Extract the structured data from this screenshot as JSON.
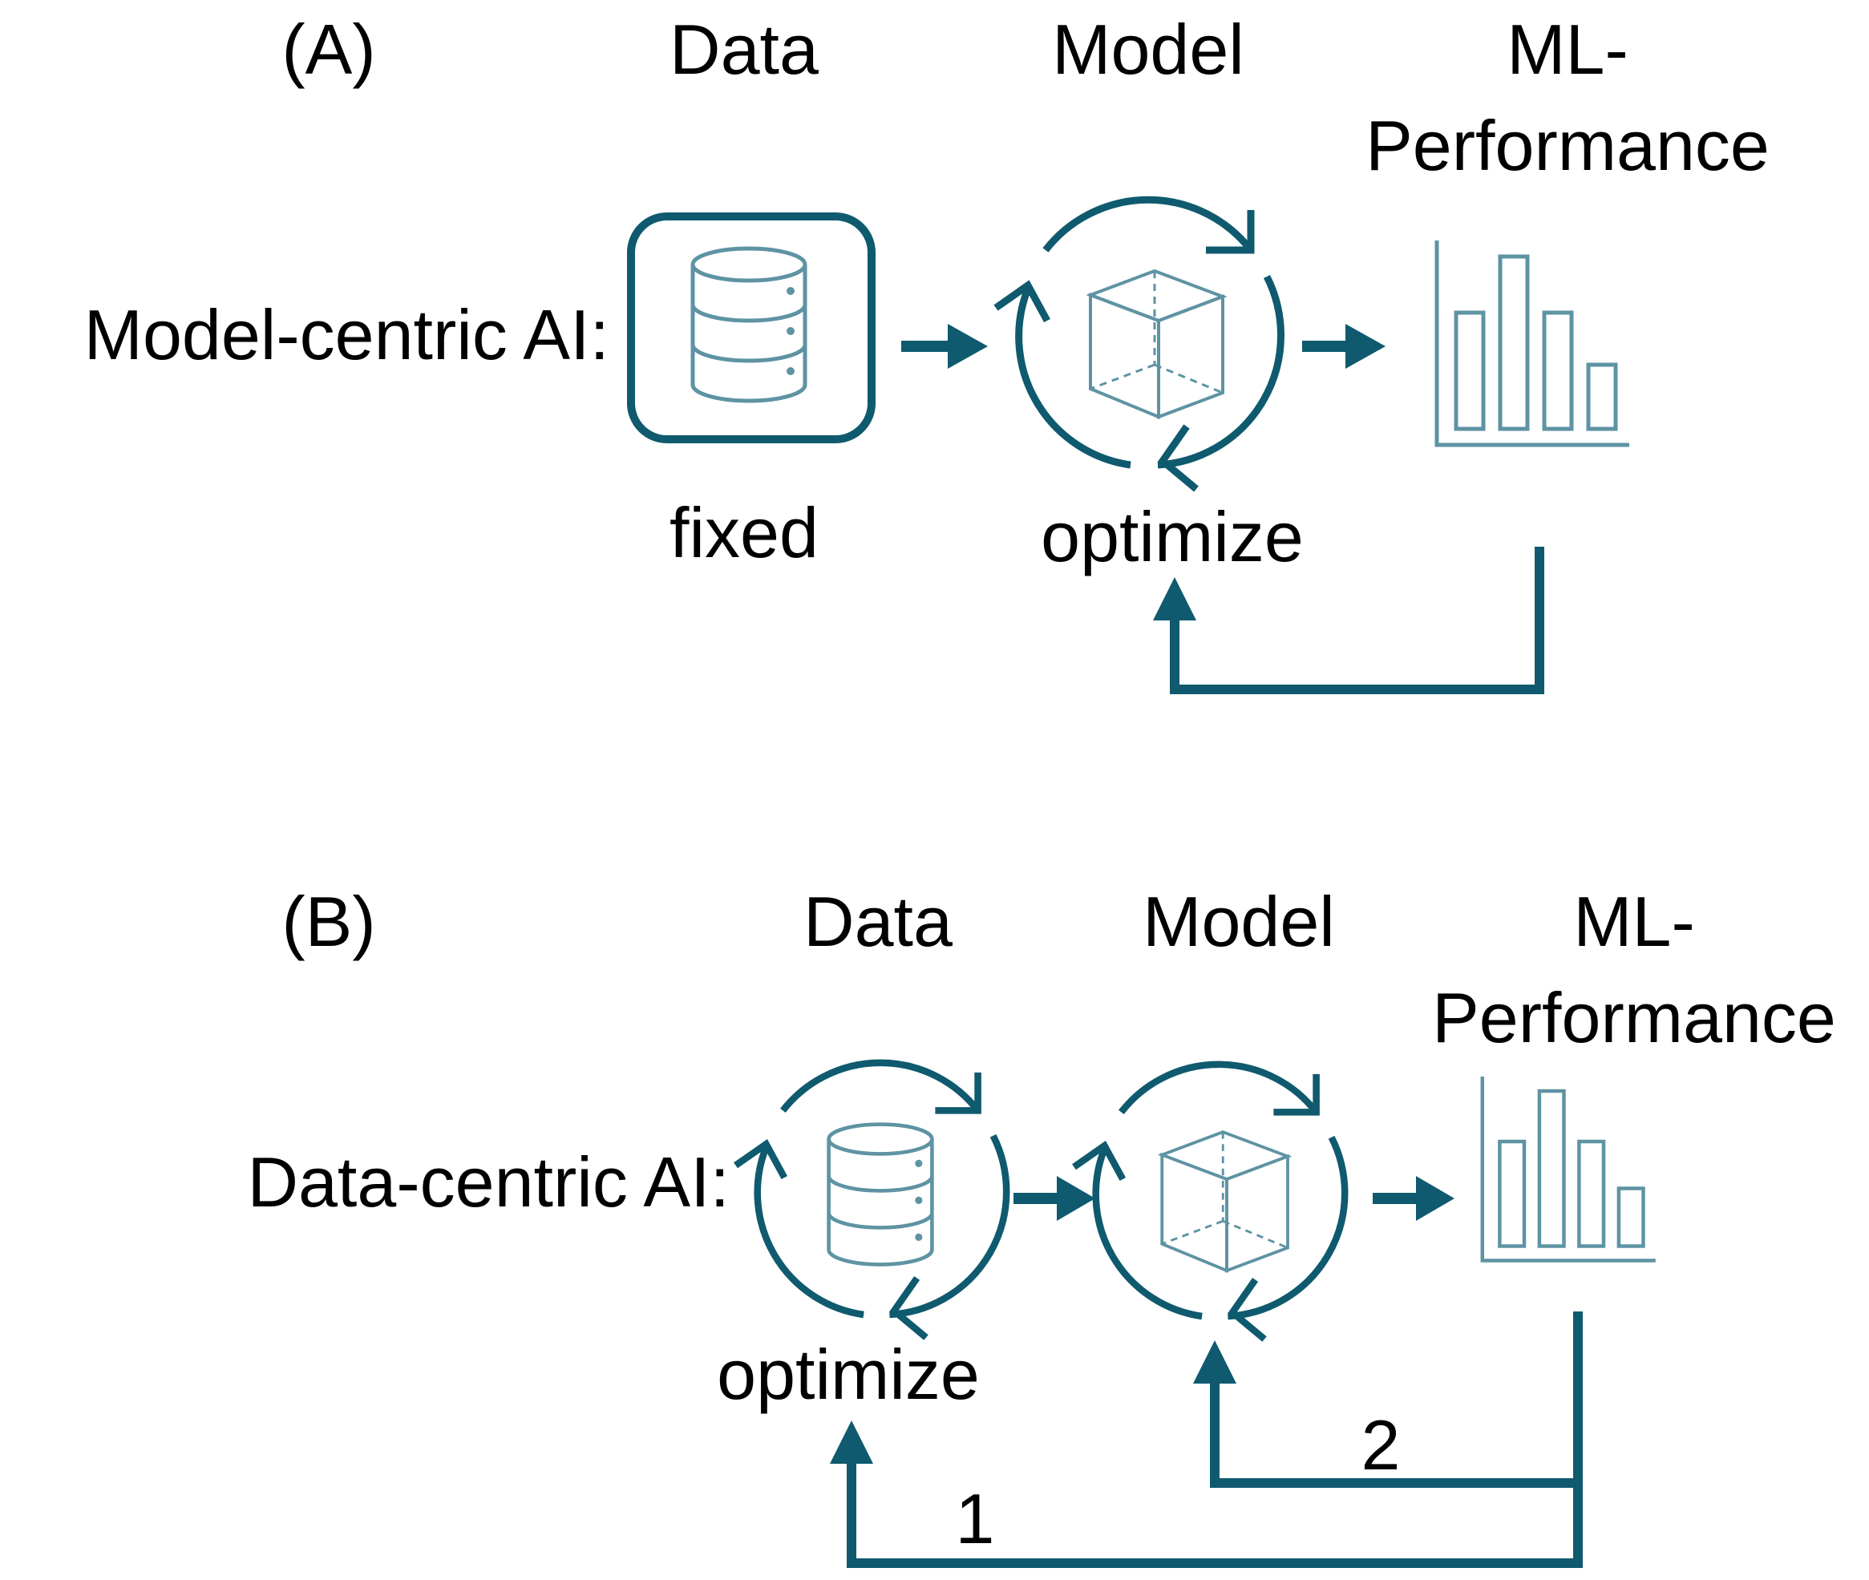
{
  "colors": {
    "accent_dark": "#0f5a6e",
    "icon_light": "#5e93a3",
    "text": "#000000",
    "background": "#ffffff"
  },
  "panel_a": {
    "tag": "(A)",
    "row_label": "Model-centric AI:",
    "col_data": "Data",
    "col_model": "Model",
    "col_perf_line1": "ML-",
    "col_perf_line2": "Performance",
    "data_note": "fixed",
    "model_note": "optimize",
    "icons": [
      "database-icon",
      "cube-icon",
      "bar-chart-icon",
      "cycle-arrows-icon"
    ]
  },
  "panel_b": {
    "tag": "(B)",
    "row_label": "Data-centric AI:",
    "col_data": "Data",
    "col_model": "Model",
    "col_perf_line1": "ML-",
    "col_perf_line2": "Performance",
    "data_note": "optimize",
    "loop1_label": "1",
    "loop2_label": "2",
    "icons": [
      "database-icon",
      "cube-icon",
      "bar-chart-icon",
      "cycle-arrows-icon"
    ]
  }
}
